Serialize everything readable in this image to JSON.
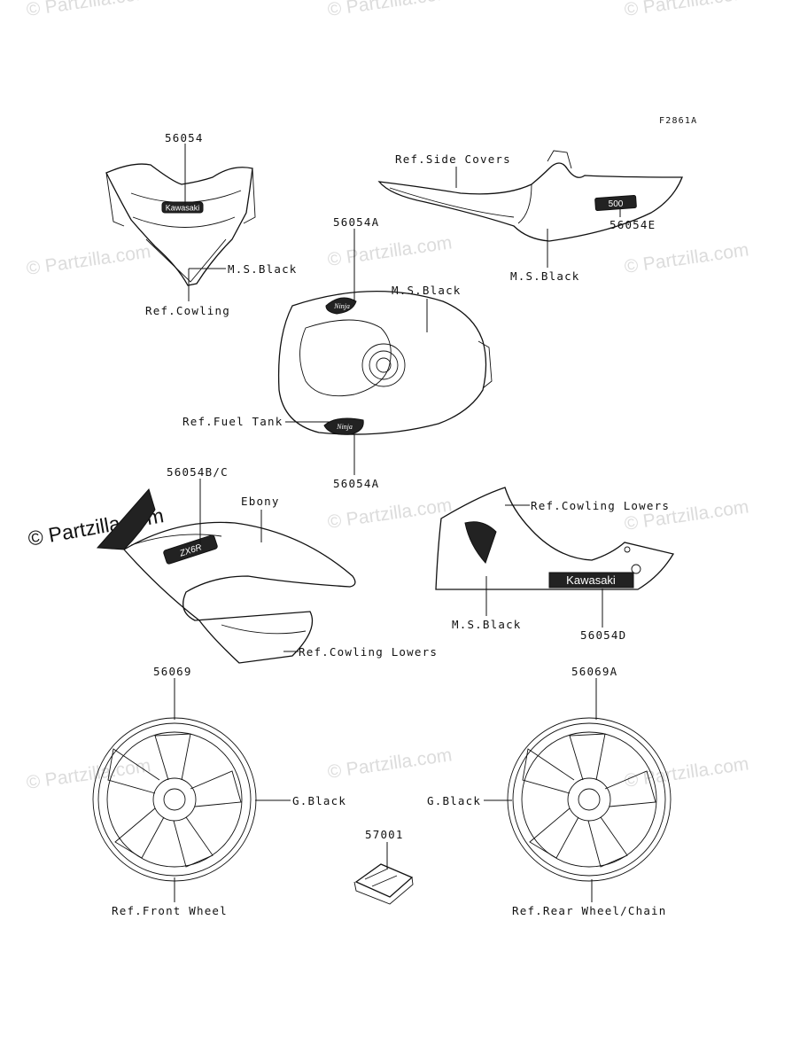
{
  "figure_code": "F2861A",
  "watermark_text": "© Partzilla.com",
  "callouts": {
    "p56054": "56054",
    "ms_black_cowling": "M.S.Black",
    "ref_cowling": "Ref.Cowling",
    "ref_side_covers": "Ref.Side Covers",
    "p56054E": "56054E",
    "ms_black_side": "M.S.Black",
    "p56054A_top": "56054A",
    "ms_black_tank": "M.S.Black",
    "ref_fuel_tank": "Ref.Fuel Tank",
    "p56054A_bottom": "56054A",
    "p56054BC": "56054B/C",
    "ebony": "Ebony",
    "ref_cowling_lowers_left": "Ref.Cowling Lowers",
    "ref_cowling_lowers_right": "Ref.Cowling Lowers",
    "ms_black_lower": "M.S.Black",
    "p56054D": "56054D",
    "p56069": "56069",
    "g_black_left": "G.Black",
    "ref_front_wheel": "Ref.Front Wheel",
    "p57001": "57001",
    "p56069A": "56069A",
    "g_black_right": "G.Black",
    "ref_rear_wheel_chain": "Ref.Rear Wheel/Chain"
  },
  "decal_text": {
    "cowling": "Kawasaki",
    "tank": "Ninja",
    "side_cover": "500",
    "side_fairing": "ZX6R",
    "lower": "Kawasaki"
  }
}
